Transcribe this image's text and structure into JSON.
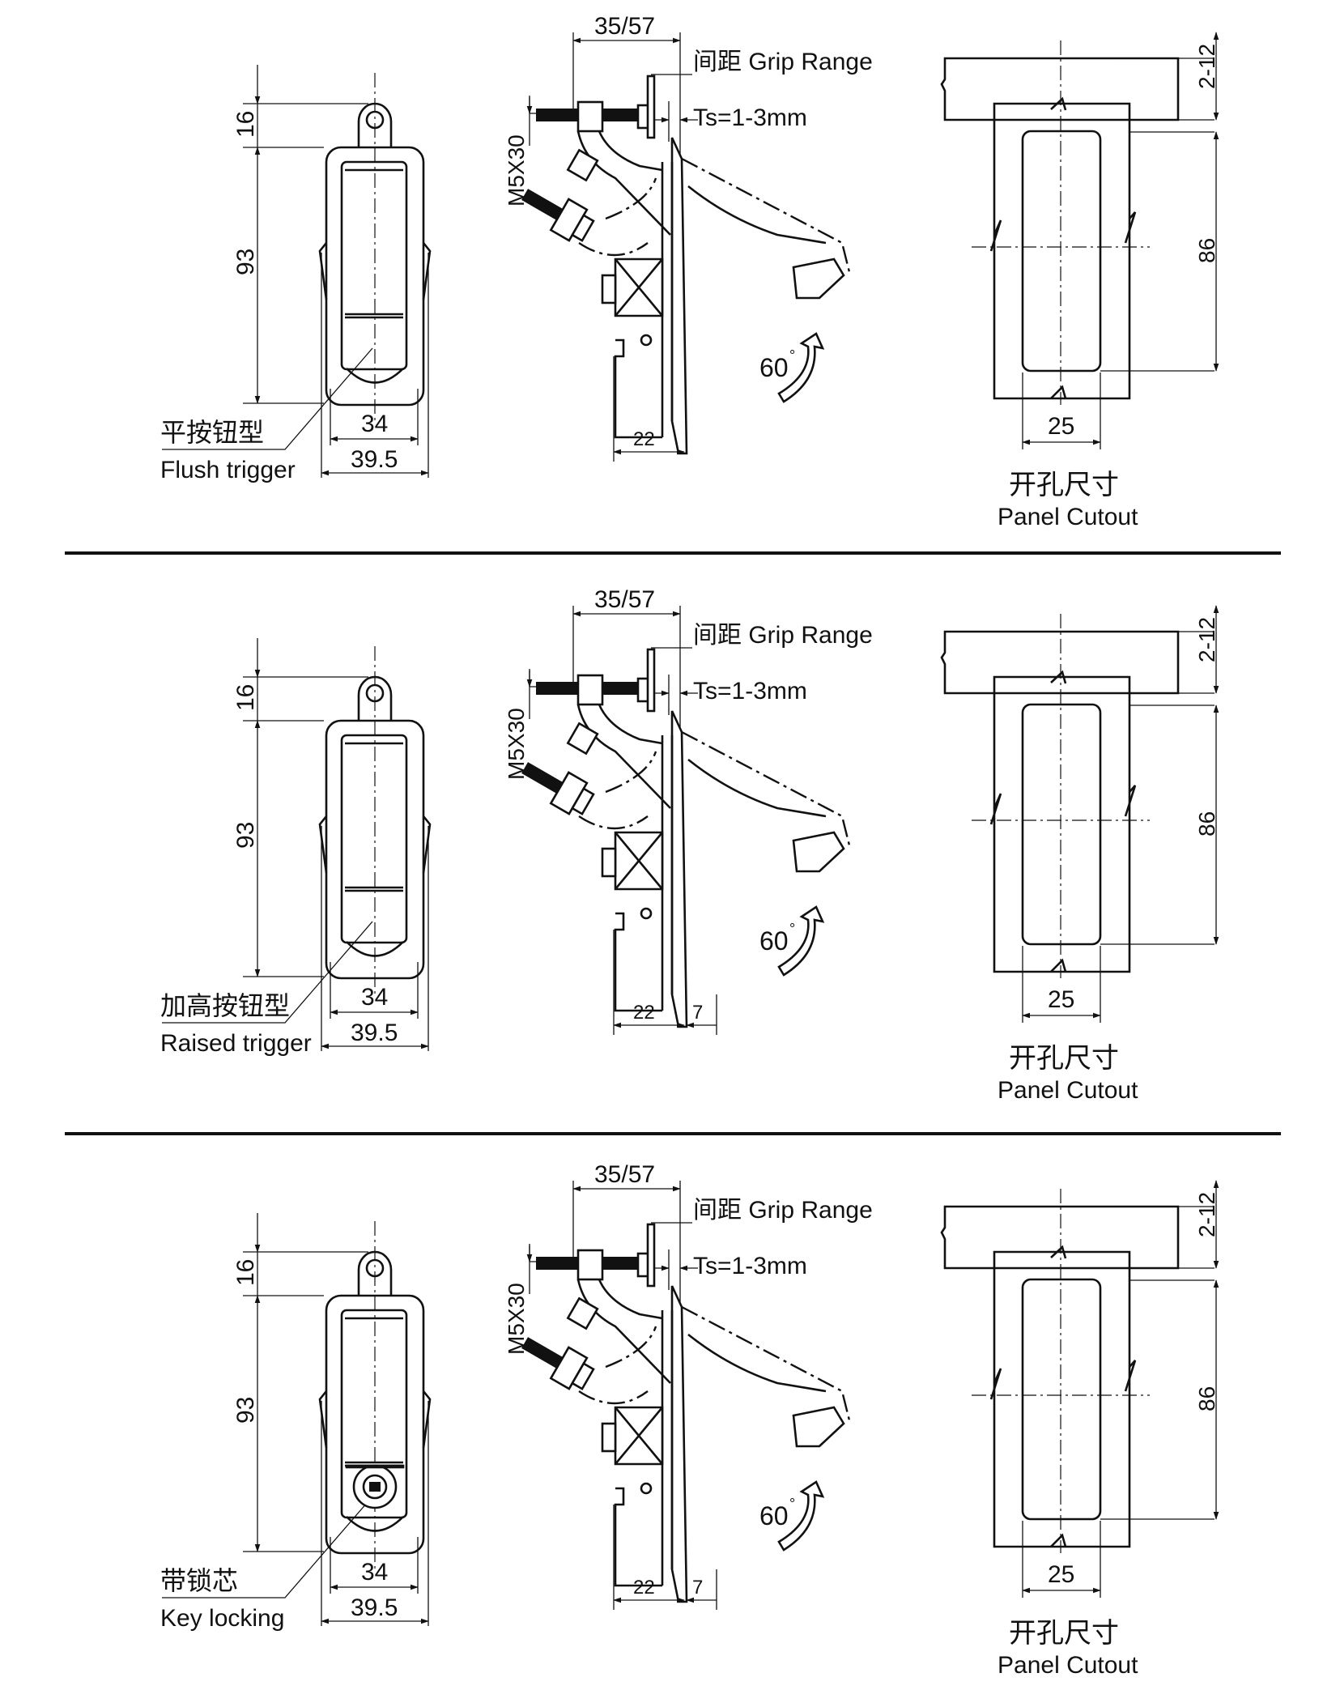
{
  "panels": [
    {
      "front": {
        "top_dim": "16",
        "height_dim": "93",
        "width_inner": "34",
        "width_outer": "39.5",
        "label_cn": "平按钮型",
        "label_en": "Flush trigger"
      },
      "side": {
        "range_dim": "35/57",
        "grip_label": "间距 Grip Range",
        "ts_label": "Ts=1-3mm",
        "screw_label": "M5X30",
        "depth_dim": "22",
        "depth_dim2": "",
        "angle": "60"
      },
      "cutout": {
        "top_dim": "2-12",
        "height_dim": "86",
        "width_dim": "25",
        "label_cn": "开孔尺寸",
        "label_en": "Panel Cutout"
      }
    },
    {
      "front": {
        "top_dim": "16",
        "height_dim": "93",
        "width_inner": "34",
        "width_outer": "39.5",
        "label_cn": "加高按钮型",
        "label_en": "Raised trigger"
      },
      "side": {
        "range_dim": "35/57",
        "grip_label": "间距 Grip Range",
        "ts_label": "Ts=1-3mm",
        "screw_label": "M5X30",
        "depth_dim": "22",
        "depth_dim2": "7",
        "angle": "60"
      },
      "cutout": {
        "top_dim": "2-12",
        "height_dim": "86",
        "width_dim": "25",
        "label_cn": "开孔尺寸",
        "label_en": "Panel Cutout"
      }
    },
    {
      "front": {
        "top_dim": "16",
        "height_dim": "93",
        "width_inner": "34",
        "width_outer": "39.5",
        "label_cn": "带锁芯",
        "label_en": "Key locking"
      },
      "side": {
        "range_dim": "35/57",
        "grip_label": "间距 Grip Range",
        "ts_label": "Ts=1-3mm",
        "screw_label": "M5X30",
        "depth_dim": "22",
        "depth_dim2": "7",
        "angle": "60"
      },
      "cutout": {
        "top_dim": "2-12",
        "height_dim": "86",
        "width_dim": "25",
        "label_cn": "开孔尺寸",
        "label_en": "Panel Cutout"
      }
    }
  ]
}
